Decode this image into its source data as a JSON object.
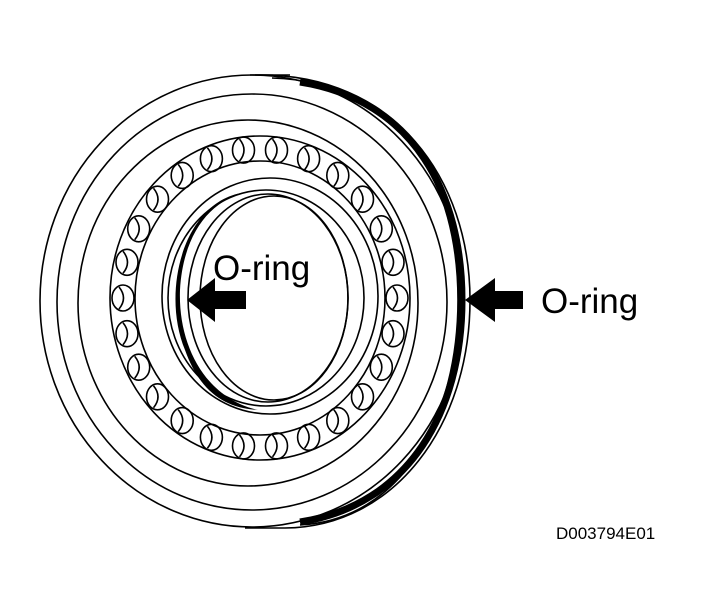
{
  "labels": {
    "inner_oring": "O-ring",
    "outer_oring": "O-ring"
  },
  "figure_code": "D003794E01",
  "colors": {
    "ink": "#000000",
    "background": "#ffffff"
  },
  "bearing": {
    "ball_count": 26
  }
}
